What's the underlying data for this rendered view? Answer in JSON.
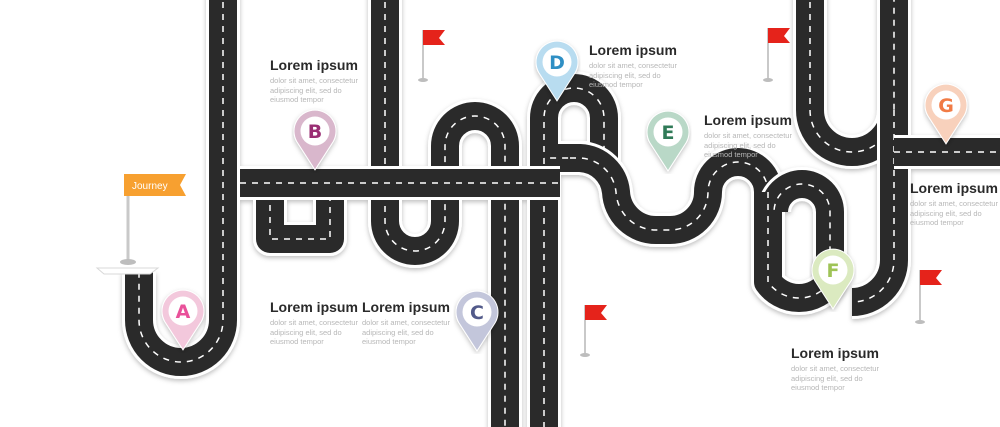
{
  "colors": {
    "road": "#2b2b2b",
    "road_edge": "#ffffff",
    "dash": "#ffffff",
    "flag_red": "#e5231b",
    "flag_orange": "#f7a030",
    "pole": "#c9c9c9"
  },
  "start_flag": {
    "label": "Journey"
  },
  "milestones": [
    {
      "letter": "A",
      "color": "#e9519a",
      "ring": "#f3c8dc"
    },
    {
      "letter": "B",
      "color": "#9a2f74",
      "ring": "#d9b7cc"
    },
    {
      "letter": "C",
      "color": "#525a8a",
      "ring": "#c3c6db"
    },
    {
      "letter": "D",
      "color": "#2f8fc4",
      "ring": "#b8dcf0"
    },
    {
      "letter": "E",
      "color": "#2f7a57",
      "ring": "#b9d8c7"
    },
    {
      "letter": "F",
      "color": "#9ec356",
      "ring": "#dbeac0"
    },
    {
      "letter": "G",
      "color": "#f17b45",
      "ring": "#f8d1bc"
    }
  ],
  "labels": [
    {
      "title": "Lorem ipsum",
      "lines": [
        "dolor sit amet, consectetur",
        "adipiscing elit, sed do",
        "eiusmod tempor"
      ]
    },
    {
      "title": "Lorem ipsum",
      "lines": [
        "dolor sit amet, consectetur",
        "adipiscing elit, sed do",
        "eiusmod tempor"
      ]
    },
    {
      "title": "Lorem ipsum",
      "lines": [
        "dolor sit amet, consectetur",
        "adipiscing elit, sed do",
        "eiusmod tempor"
      ]
    },
    {
      "title": "Lorem ipsum",
      "lines": [
        "dolor sit amet, consectetur",
        "adipiscing elit, sed do",
        "eiusmod tempor"
      ]
    },
    {
      "title": "Lorem ipsum",
      "lines": [
        "dolor sit amet, consectetur",
        "adipiscing elit, sed do",
        "eiusmod tempor"
      ]
    },
    {
      "title": "Lorem ipsum",
      "lines": [
        "dolor sit amet, consectetur",
        "adipiscing elit, sed do",
        "eiusmod tempor"
      ]
    },
    {
      "title": "Lorem ipsum",
      "lines": [
        "dolor sit amet, consectetur",
        "adipiscing elit, sed do",
        "eiusmod tempor"
      ]
    }
  ],
  "flags": [
    {
      "name": "red-flag-1"
    },
    {
      "name": "red-flag-2"
    },
    {
      "name": "red-flag-3"
    },
    {
      "name": "red-flag-4"
    }
  ]
}
